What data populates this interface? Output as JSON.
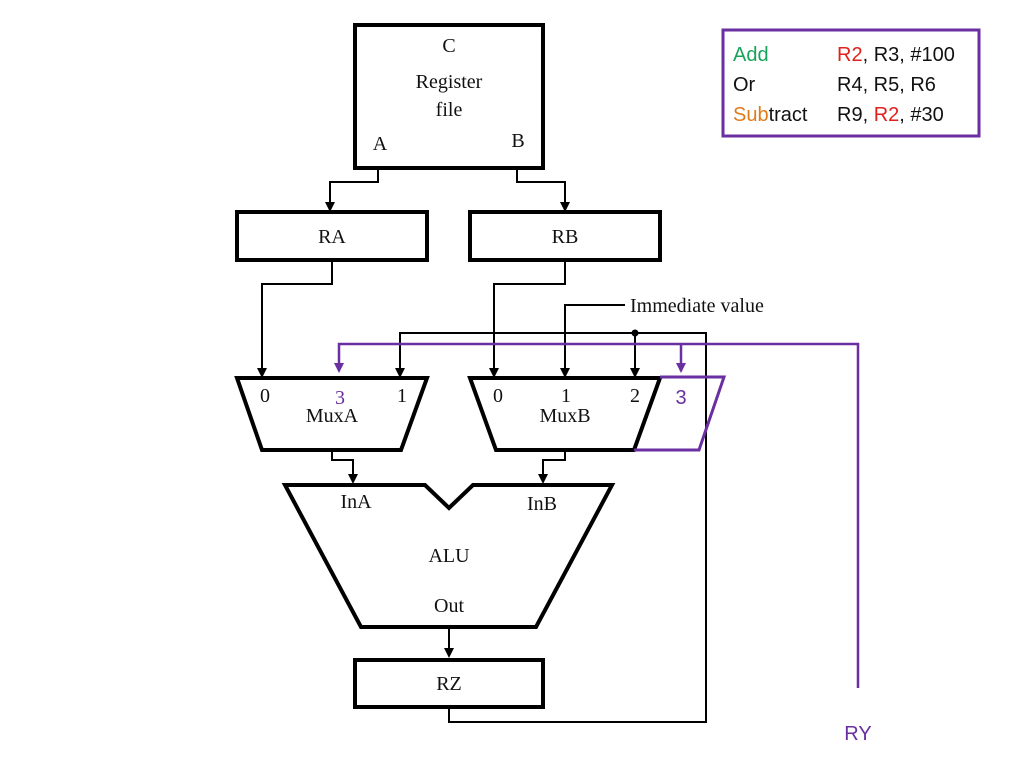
{
  "colors": {
    "green": "#17a35a",
    "red": "#e0201c",
    "orange": "#e07b1a",
    "purple": "#6a2fa0",
    "black": "#111111"
  },
  "register_file": {
    "c": "C",
    "title_line1": "Register",
    "title_line2": "file",
    "port_a": "A",
    "port_b": "B"
  },
  "ra": "RA",
  "rb": "RB",
  "immediate": "Immediate value",
  "muxa": {
    "name": "MuxA",
    "in0": "0",
    "in3": "3",
    "in1": "1"
  },
  "muxb": {
    "name": "MuxB",
    "in0": "0",
    "in1": "1",
    "in2": "2",
    "in3": "3"
  },
  "alu": {
    "name": "ALU",
    "in_a": "InA",
    "in_b": "InB",
    "out": "Out"
  },
  "rz": "RZ",
  "ry": "RY",
  "code_box": {
    "rows": [
      {
        "op_colored": "Add",
        "op_rest": "",
        "dest": "R2",
        "rest": ", R3, #100"
      },
      {
        "op_colored": "",
        "op_rest": "Or",
        "dest": "",
        "rest": "R4, R5, R6"
      },
      {
        "op_colored": "Sub",
        "op_rest": "tract",
        "dest": "",
        "rest": "R9, ",
        "src": "R2",
        "tail": ", #30"
      }
    ]
  }
}
